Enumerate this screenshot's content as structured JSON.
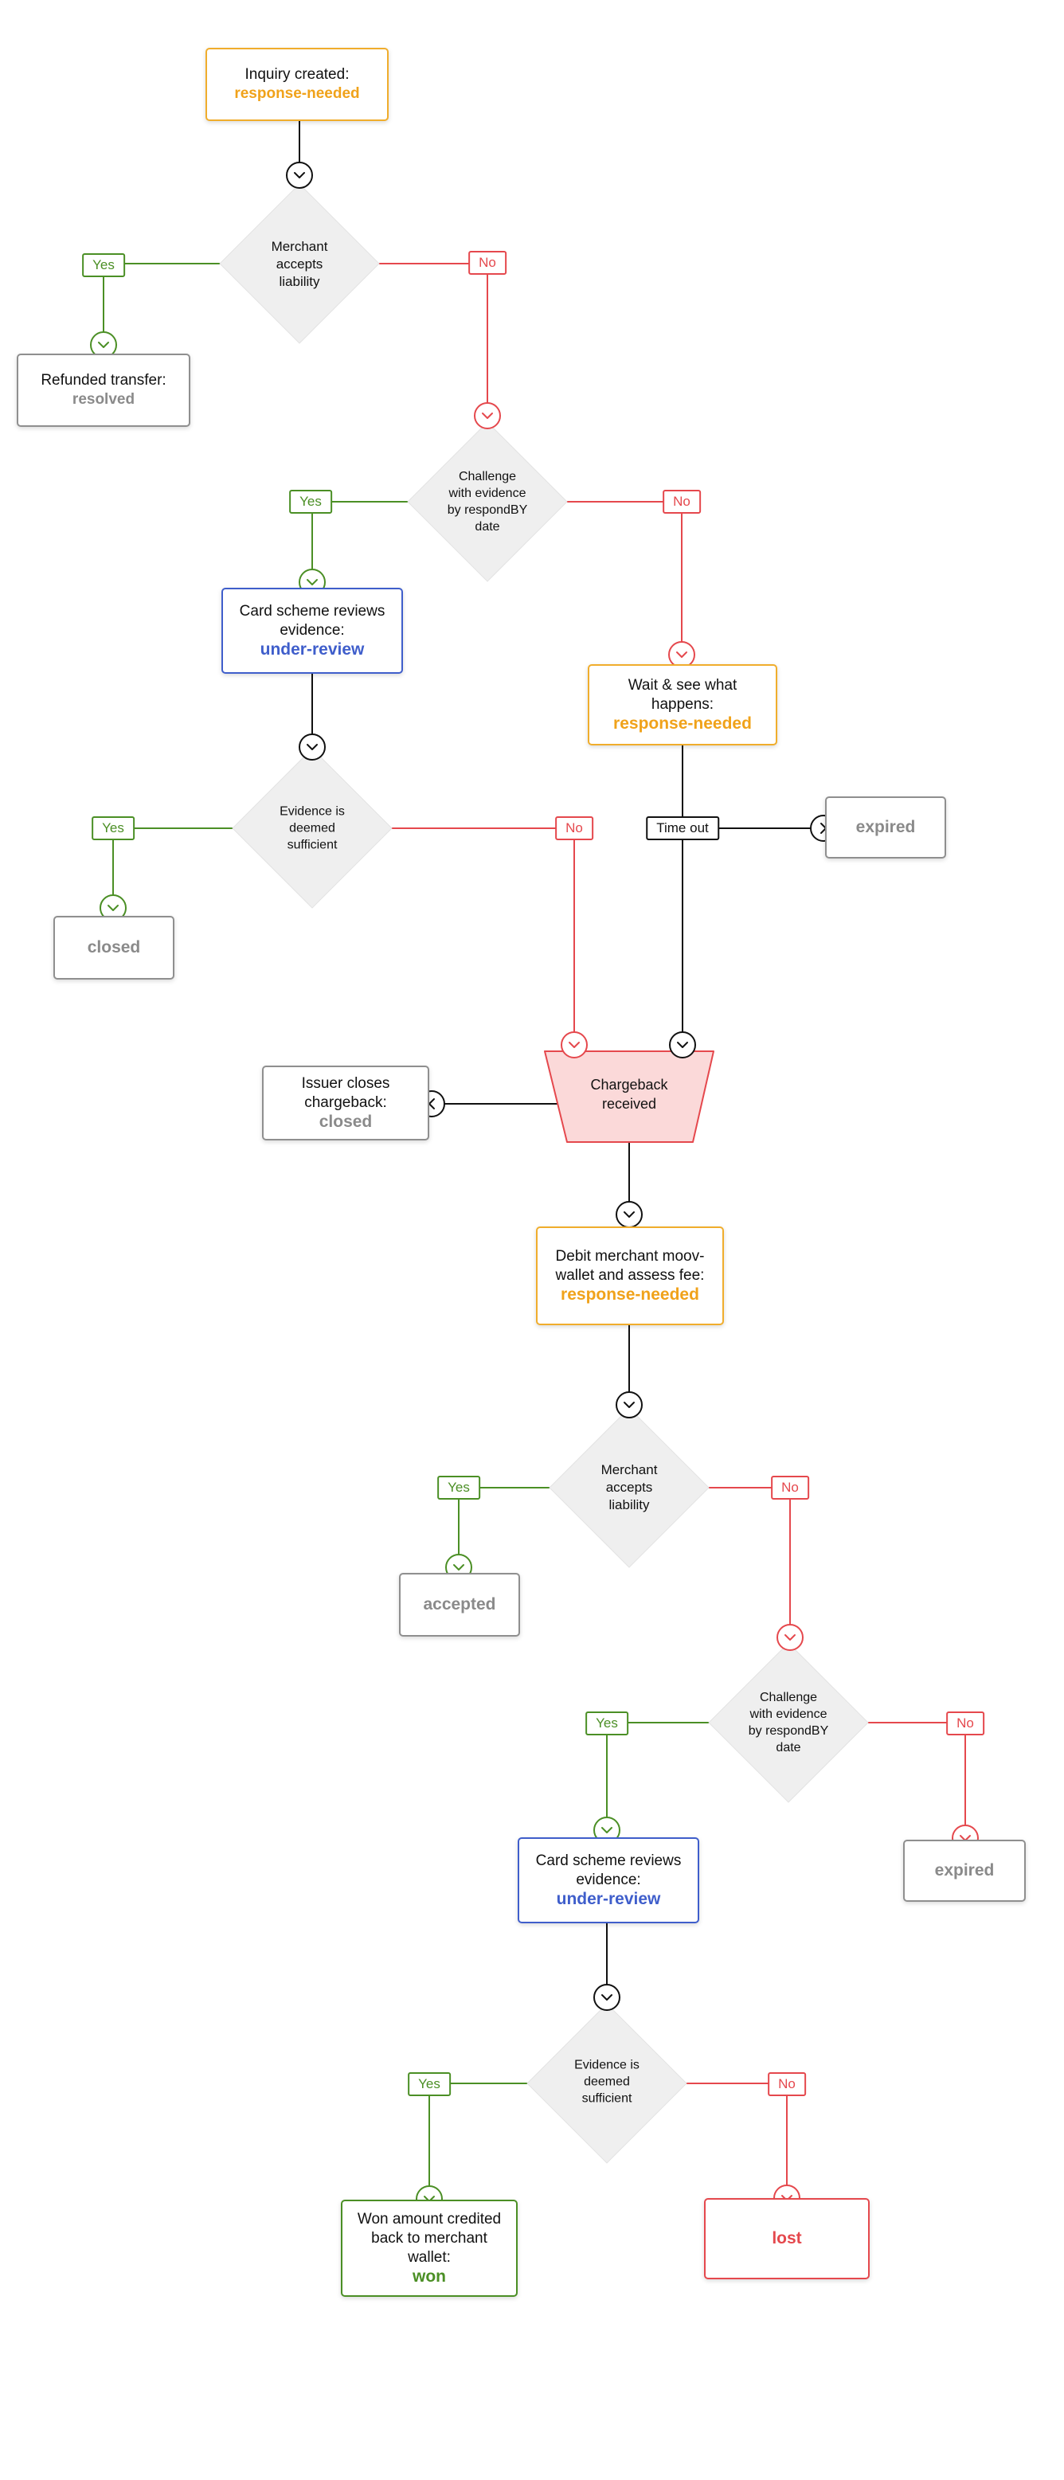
{
  "nodes": {
    "inquiry_created": {
      "text": "Inquiry created:",
      "status": "response-needed"
    },
    "accepts_liability_1": {
      "lines": [
        "Merchant",
        "accepts",
        "liability"
      ]
    },
    "refunded_transfer": {
      "text": "Refunded transfer:",
      "status": "resolved"
    },
    "challenge_1": {
      "lines": [
        "Challenge",
        "with evidence",
        "by respondBY",
        "date"
      ]
    },
    "card_scheme_1": {
      "text": "Card scheme reviews evidence:",
      "status": "under-review"
    },
    "wait_and_see": {
      "text": "Wait & see what happens:",
      "status": "response-needed"
    },
    "expired_1": {
      "status": "expired"
    },
    "evidence_sufficient_1": {
      "lines": [
        "Evidence is",
        "deemed",
        "sufficient"
      ]
    },
    "closed_1": {
      "status": "closed"
    },
    "chargeback_received": {
      "text": "Chargeback received"
    },
    "issuer_closes": {
      "text": "Issuer closes chargeback:",
      "status": "closed"
    },
    "debit_merchant": {
      "text": "Debit merchant moov-wallet and assess fee:",
      "status": "response-needed"
    },
    "accepts_liability_2": {
      "lines": [
        "Merchant",
        "accepts",
        "liability"
      ]
    },
    "accepted": {
      "status": "accepted"
    },
    "challenge_2": {
      "lines": [
        "Challenge",
        "with evidence",
        "by respondBY",
        "date"
      ]
    },
    "expired_2": {
      "status": "expired"
    },
    "card_scheme_2": {
      "text": "Card scheme reviews evidence:",
      "status": "under-review"
    },
    "evidence_sufficient_2": {
      "lines": [
        "Evidence is",
        "deemed",
        "sufficient"
      ]
    },
    "won_amount": {
      "text": "Won amount credited back to merchant wallet:",
      "status": "won"
    },
    "lost": {
      "status": "lost"
    }
  },
  "labels": {
    "yes": "Yes",
    "no": "No",
    "time_out": "Time out"
  },
  "colors": {
    "yes": "#4b8f25",
    "no": "#e5484d",
    "neutral": "#111111",
    "response_needed": "#f0a21a",
    "under_review": "#3f5ecb",
    "final_grey": "#8a8a8a",
    "decision_fill": "#efefef",
    "chargeback_fill": "#fbd9d9"
  }
}
